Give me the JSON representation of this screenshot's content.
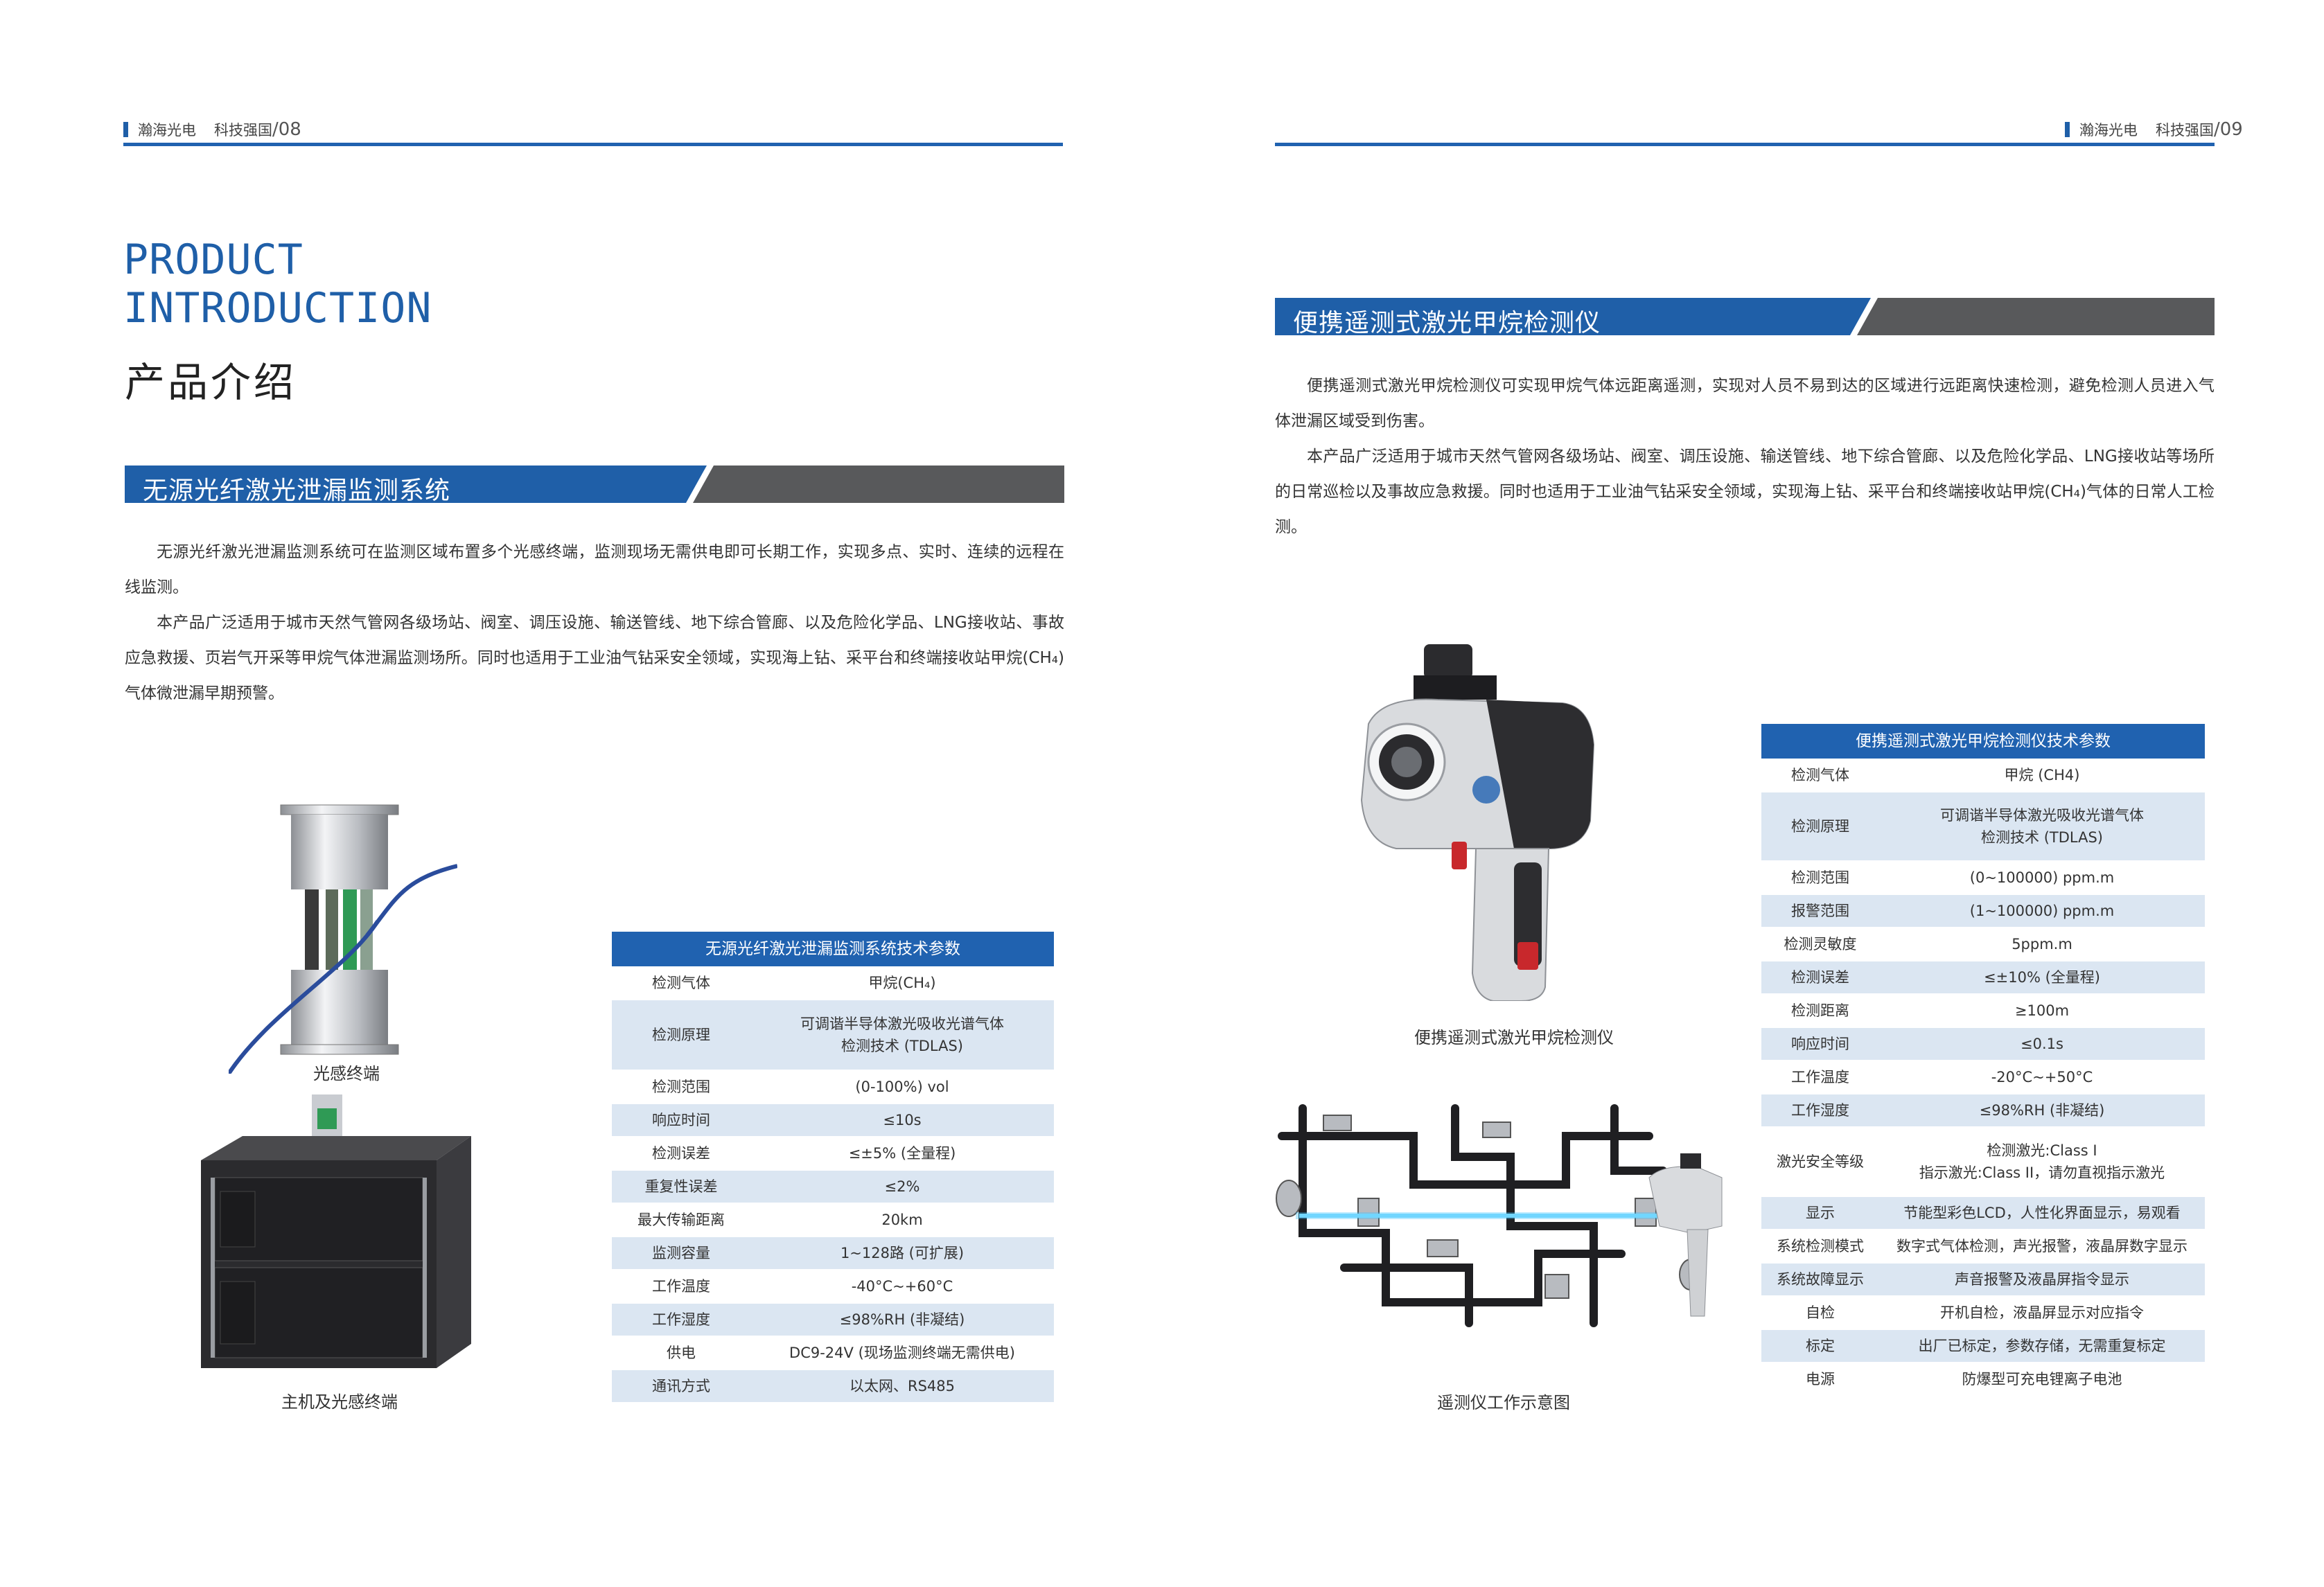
{
  "left_page": {
    "running_header": {
      "brand": "瀚海光电",
      "slogan": "科技强国",
      "page_number": "08"
    },
    "title_en_line1": "PRODUCT",
    "title_en_line2": "INTRODUCTION",
    "title_cn": "产品介绍",
    "section_title": "无源光纤激光泄漏监测系统",
    "paragraphs": [
      "无源光纤激光泄漏监测系统可在监测区域布置多个光感终端，监测现场无需供电即可长期工作，实现多点、实时、连续的远程在线监测。",
      "本产品广泛适用于城市天然气管网各级场站、阀室、调压设施、输送管线、地下综合管廊、以及危险化学品、LNG接收站、事故应急救援、页岩气开采等甲烷气体泄漏监测场所。同时也适用于工业油气钻采安全领域，实现海上钻、采平台和终端接收站甲烷(CH₄)气体微泄漏早期预警。"
    ],
    "image_captions": {
      "sensor": "光感终端",
      "host": "主机及光感终端"
    },
    "table": {
      "title": "无源光纤激光泄漏监测系统技术参数",
      "rows": [
        {
          "label": "检测气体",
          "value": "甲烷(CH₄)"
        },
        {
          "label": "检测原理",
          "value": "可调谐半导体激光吸收光谱气体\n检测技术 (TDLAS)"
        },
        {
          "label": "检测范围",
          "value": "(0-100%) vol"
        },
        {
          "label": "响应时间",
          "value": "≤10s"
        },
        {
          "label": "检测误差",
          "value": "≤±5% (全量程)"
        },
        {
          "label": "重复性误差",
          "value": "≤2%"
        },
        {
          "label": "最大传输距离",
          "value": "20km"
        },
        {
          "label": "监测容量",
          "value": "1~128路 (可扩展)"
        },
        {
          "label": "工作温度",
          "value": "-40°C~+60°C"
        },
        {
          "label": "工作湿度",
          "value": "≤98%RH (非凝结)"
        },
        {
          "label": "供电",
          "value": "DC9-24V (现场监测终端无需供电)"
        },
        {
          "label": "通讯方式",
          "value": "以太网、RS485"
        }
      ]
    }
  },
  "right_page": {
    "running_header": {
      "brand": "瀚海光电",
      "slogan": "科技强国",
      "page_number": "09"
    },
    "section_title": "便携遥测式激光甲烷检测仪",
    "paragraphs": [
      "便携遥测式激光甲烷检测仪可实现甲烷气体远距离遥测，实现对人员不易到达的区域进行远距离快速检测，避免检测人员进入气 体泄漏区域受到伤害。",
      "本产品广泛适用于城市天然气管网各级场站、阀室、调压设施、输送管线、地下综合管廊、以及危险化学品、LNG接收站等场所的日常巡检以及事故应急救援。同时也适用于工业油气钻采安全领域，实现海上钻、采平台和终端接收站甲烷(CH₄)气体的日常人工检测。"
    ],
    "image_captions": {
      "device": "便携遥测式激光甲烷检测仪",
      "diagram": "遥测仪工作示意图"
    },
    "table": {
      "title": "便携遥测式激光甲烷检测仪技术参数",
      "rows": [
        {
          "label": "检测气体",
          "value": "甲烷 (CH4)"
        },
        {
          "label": "检测原理",
          "value": "可调谐半导体激光吸收光谱气体\n检测技术 (TDLAS)"
        },
        {
          "label": "检测范围",
          "value": "(0~100000) ppm.m"
        },
        {
          "label": "报警范围",
          "value": "(1~100000) ppm.m"
        },
        {
          "label": "检测灵敏度",
          "value": "5ppm.m"
        },
        {
          "label": "检测误差",
          "value": "≤±10% (全量程)"
        },
        {
          "label": "检测距离",
          "value": "≥100m"
        },
        {
          "label": "响应时间",
          "value": "≤0.1s"
        },
        {
          "label": "工作温度",
          "value": "-20°C~+50°C"
        },
        {
          "label": "工作湿度",
          "value": "≤98%RH (非凝结)"
        },
        {
          "label": "激光安全等级",
          "value": "检测激光:Class I\n指示激光:Class II，请勿直视指示激光"
        },
        {
          "label": "显示",
          "value": "节能型彩色LCD，人性化界面显示，易观看"
        },
        {
          "label": "系统检测模式",
          "value": "数字式气体检测，声光报警，液晶屏数字显示"
        },
        {
          "label": "系统故障显示",
          "value": "声音报警及液晶屏指令显示"
        },
        {
          "label": "自检",
          "value": "开机自检，液晶屏显示对应指令"
        },
        {
          "label": "标定",
          "value": "出厂已标定，参数存储，无需重复标定"
        },
        {
          "label": "电源",
          "value": "防爆型可充电锂离子电池"
        }
      ]
    }
  },
  "colors": {
    "accent_blue": "#1f5fa8",
    "banner_grey": "#58595b",
    "row_tint": "#dbe6f2"
  },
  "icons": [
    "sensor-terminal-illustration",
    "host-unit-illustration",
    "methane-detector-illustration",
    "pipeline-diagram-illustration"
  ]
}
